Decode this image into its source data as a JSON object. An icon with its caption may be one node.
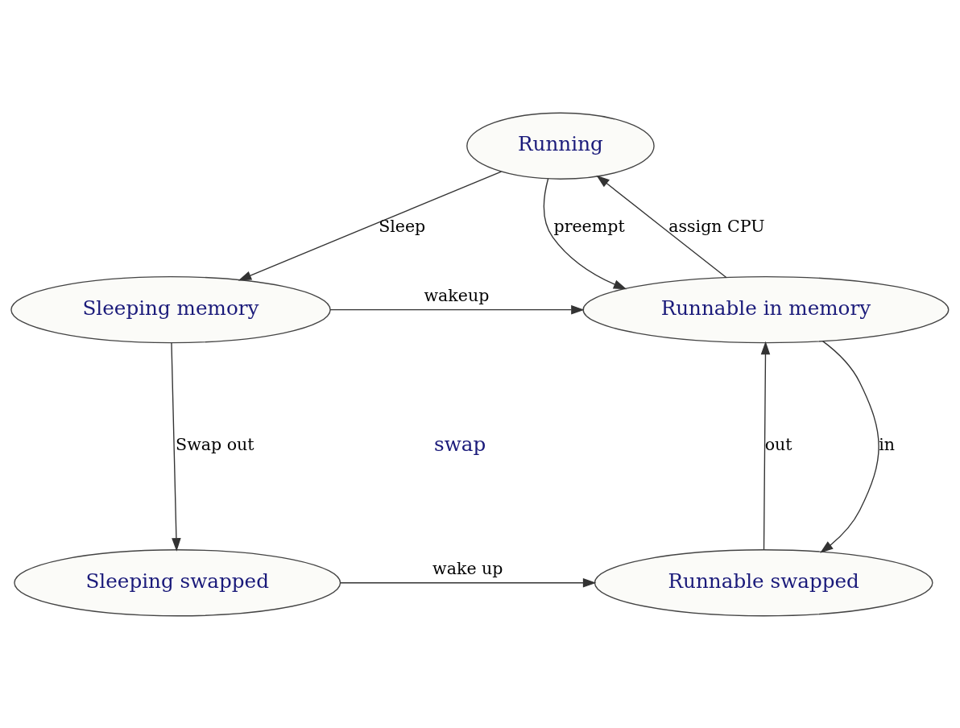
{
  "diagram": {
    "nodes": [
      {
        "text": [
          "Running"
        ]
      },
      {
        "text": [
          "Runnable in memory"
        ]
      },
      {
        "text": [
          "Sleeping memory"
        ]
      },
      {
        "text": [
          "Runnable swapped"
        ]
      },
      {
        "text": [
          "Sleeping swapped"
        ]
      }
    ],
    "edges": [
      {
        "from": 1,
        "to": 0,
        "arrow": "to",
        "label": "assign CPU"
      },
      {
        "from": 0,
        "to": 1,
        "arrow": "to",
        "label": "preempt"
      },
      {
        "from": 0,
        "to": 2,
        "arrow": "to",
        "label": "Sleep"
      },
      {
        "from": 2,
        "to": 1,
        "arrow": "to",
        "label": "wakeup"
      },
      {
        "from": 1,
        "to": 3,
        "arrow": "to",
        "label": "in"
      },
      {
        "from": 3,
        "to": 1,
        "arrow": "to",
        "label": "out"
      },
      {
        "from": 2,
        "to": 4,
        "arrow": "to",
        "label": "Swap out"
      },
      {
        "from": 4,
        "to": 3,
        "arrow": "to",
        "label": "wake up"
      }
    ],
    "labels": [
      "swap"
    ]
  }
}
